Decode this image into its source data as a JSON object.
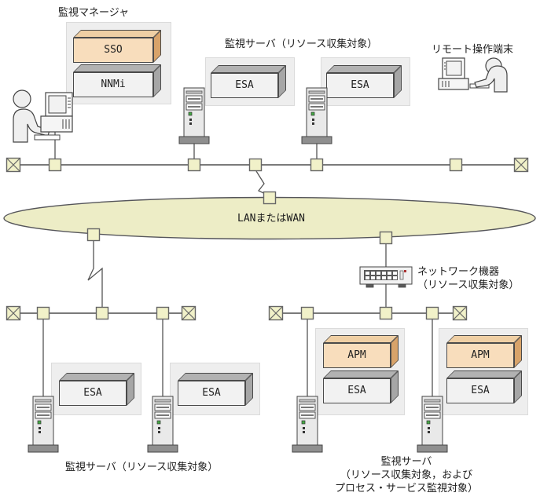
{
  "labels": {
    "manager_title": "監視マネージャ",
    "top_server_title": "監視サーバ（リソース収集対象）",
    "remote_terminal_title": "リモート操作端末",
    "lan": "LANまたはWAN",
    "network_device_line1": "ネットワーク機器",
    "network_device_line2": "（リソース収集対象）",
    "lower_left_server_title": "監視サーバ（リソース収集対象）",
    "lower_right_line1": "監視サーバ",
    "lower_right_line2": "（リソース収集対象，および",
    "lower_right_line3": "プロセス・サービス監視対象）"
  },
  "boxes": {
    "sso": "SSO",
    "nnmi": "NNMi",
    "esa": "ESA",
    "apm": "APM"
  },
  "colors": {
    "product_orange_face": "#F8DDBC",
    "product_gray_face": "#F2F2F2",
    "panel_gray": "#EEEEEE",
    "lan_ellipse_fill": "#EDEDC6",
    "connector_square_fill": "#F1F1C9",
    "line_gray": "#7A7A7A"
  }
}
